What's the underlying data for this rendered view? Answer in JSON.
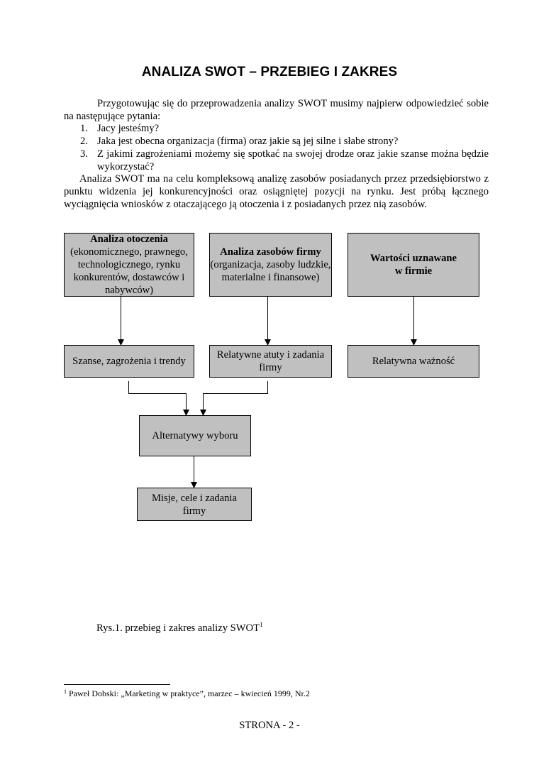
{
  "title": "ANALIZA SWOT – PRZEBIEG I ZAKRES",
  "intro": "Przygotowując się do przeprowadzenia analizy SWOT musimy najpierw odpowiedzieć sobie na następujące pytania:",
  "questions": [
    {
      "num": "1.",
      "text": "Jacy jesteśmy?"
    },
    {
      "num": "2.",
      "text": "Jaka jest obecna organizacja (firma) oraz jakie są jej silne i słabe strony?"
    },
    {
      "num": "3.",
      "text": "Z jakimi zagrożeniami możemy się spotkać na swojej drodze oraz jakie szanse można będzie wykorzystać?"
    }
  ],
  "paragraph2": "Analiza SWOT ma na celu kompleksową analizę zasobów posiadanych przez przedsiębiorstwo z punktu widzenia jej konkurencyjności oraz osiągniętej pozycji na rynku. Jest próbą łącznego wyciągnięcia wniosków z otaczającego ją otoczenia i z posiadanych przez nią zasobów.",
  "diagram": {
    "top_boxes": [
      {
        "title": "Analiza otoczenia",
        "body": "(ekonomicznego, prawnego, technologicznego, rynku konkurentów, dostawców i nabywców)"
      },
      {
        "title": "Analiza zasobów firmy",
        "body": "(organizacja, zasoby ludzkie, materialne i finansowe)"
      },
      {
        "title": "Wartości uznawane w firmie",
        "body": ""
      }
    ],
    "mid_boxes": [
      "Szanse, zagrożenia i trendy",
      "Relatywne atuty i zadania firmy",
      "Relatywna ważność"
    ],
    "alternatives": "Alternatywy wyboru",
    "mission": "Misje, cele i zadania firmy"
  },
  "caption": "Rys.1. przebieg i zakres analizy SWOT",
  "caption_ref": "1",
  "footnote": {
    "mark": "1",
    "text": " Paweł Dobski: „Marketing w praktyce”, marzec – kwiecień 1999, Nr.2"
  },
  "page_number": "STRONA - 2 -"
}
